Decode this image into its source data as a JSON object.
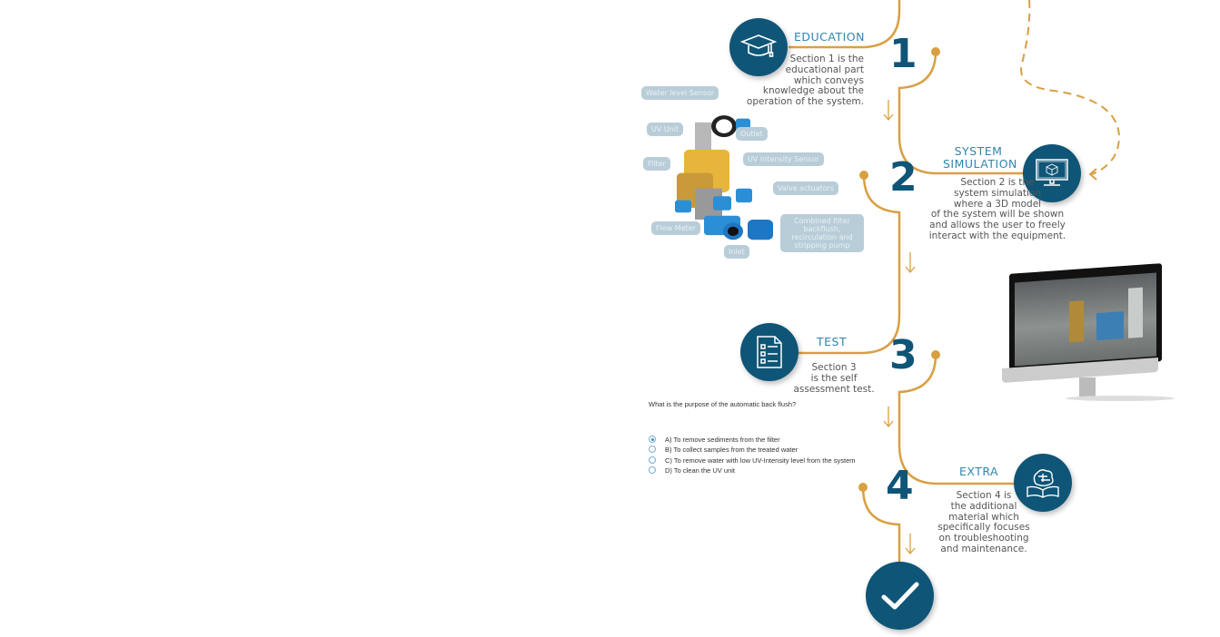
{
  "colors": {
    "primary": "#0f5577",
    "accent": "#d9a042",
    "title": "#2f86b0"
  },
  "steps": [
    {
      "number": "1",
      "title": "EDUCATION",
      "description": [
        "Section 1 is the",
        "educational part",
        "which conveys",
        "knowledge about the",
        "operation of the system."
      ],
      "icon": "graduation-cap-icon"
    },
    {
      "number": "2",
      "title": "SYSTEM SIMULATION",
      "description": [
        "Section 2 is the",
        "system simulation",
        "where a 3D model",
        "of the system will be shown",
        "and allows the user to freely",
        "interact with the equipment."
      ],
      "icon": "monitor-cube-icon"
    },
    {
      "number": "3",
      "title": "TEST",
      "description": [
        "Section 3",
        "is the self",
        "assessment test."
      ],
      "icon": "checklist-icon"
    },
    {
      "number": "4",
      "title": "EXTRA",
      "description": [
        "Section 4 is",
        "the additional",
        "material which",
        "specifically focuses",
        "on troubleshooting",
        "and maintenance."
      ],
      "icon": "brain-book-icon"
    }
  ],
  "final_icon": "checkmark-icon",
  "component_labels": [
    "Water level Sensor",
    "UV Unit",
    "Outlet",
    "Filter",
    "UV Intensity Sensor",
    "Valve actuators",
    "Flow Meter",
    "Combined filter backflush, recirculation and stripping pump",
    "Inlet"
  ],
  "quiz": {
    "question": "What is the purpose of the automatic back flush?",
    "options": [
      "A) To remove sediments from the filter",
      "B) To collect samples from the treated water",
      "C) To remove water with low UV-Intensity level from the system",
      "D) To clean the UV unit"
    ],
    "selected": 0
  }
}
